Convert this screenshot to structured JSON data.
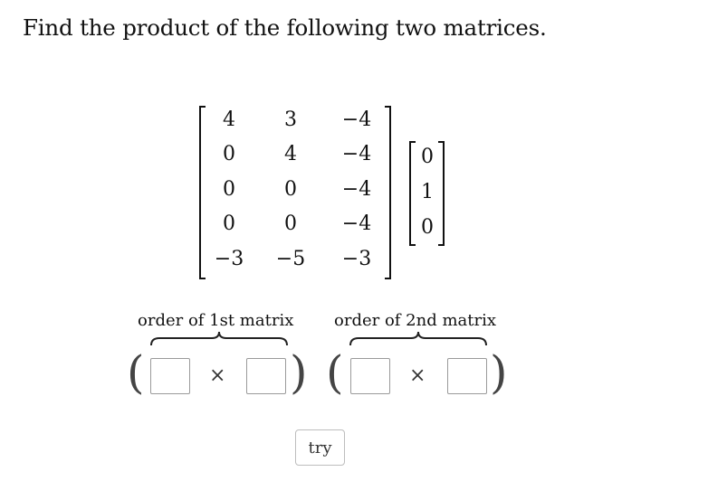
{
  "prompt": "Find the product of the following two matrices.",
  "matrix_a": [
    [
      "4",
      "3",
      "−4"
    ],
    [
      "0",
      "4",
      "−4"
    ],
    [
      "0",
      "0",
      "−4"
    ],
    [
      "0",
      "0",
      "−4"
    ],
    [
      "−3",
      "−5",
      "−3"
    ]
  ],
  "matrix_b": [
    [
      "0"
    ],
    [
      "1"
    ],
    [
      "0"
    ]
  ],
  "order_1_label": "order of 1st matrix",
  "order_2_label": "order of 2nd matrix",
  "times_symbol": "×",
  "open_paren": "(",
  "close_paren": ")",
  "inputs": {
    "rows_1": "",
    "cols_1": "",
    "rows_2": "",
    "cols_2": ""
  },
  "try_label": "try"
}
